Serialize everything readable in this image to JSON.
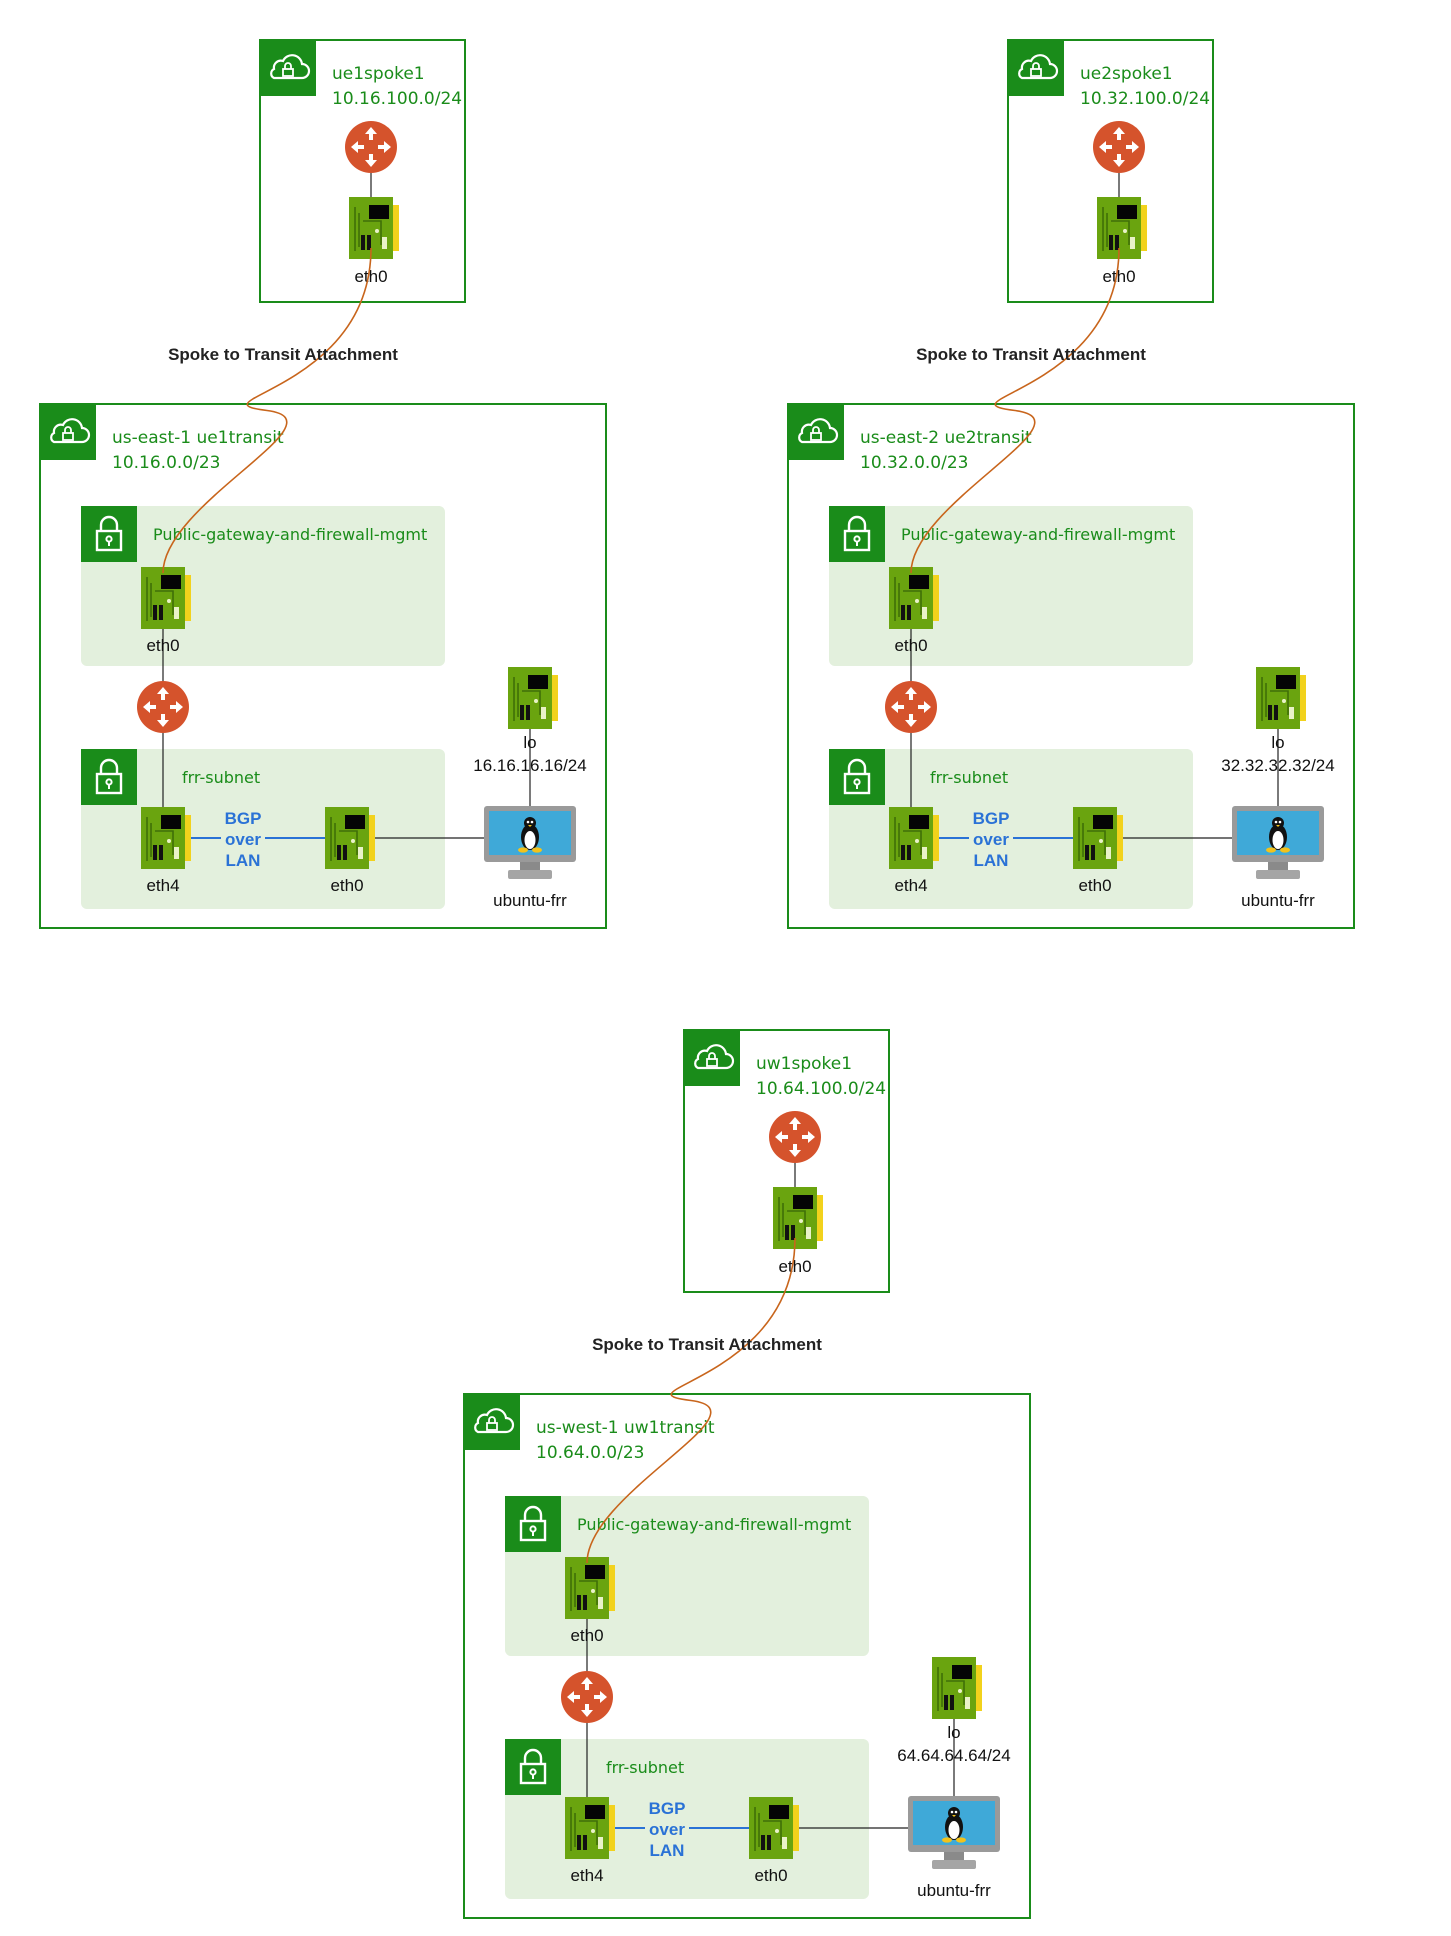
{
  "attachment_label": "Spoke to Transit Attachment",
  "regions": [
    {
      "spoke": {
        "name": "ue1spoke1",
        "cidr": "10.16.100.0/24",
        "nic": "eth0"
      },
      "transit": {
        "title": "us-east-1 ue1transit",
        "cidr": "10.16.0.0/23",
        "public_subnet": "Public-gateway-and-firewall-mgmt",
        "public_nic": "eth0",
        "frr_subnet": "frr-subnet",
        "frr_nic_left": "eth4",
        "frr_nic_right": "eth0",
        "bgp": [
          "BGP",
          "over",
          "LAN"
        ],
        "lo_name": "lo",
        "lo_addr": "16.16.16.16/24",
        "host": "ubuntu-frr"
      }
    },
    {
      "spoke": {
        "name": "ue2spoke1",
        "cidr": "10.32.100.0/24",
        "nic": "eth0"
      },
      "transit": {
        "title": "us-east-2 ue2transit",
        "cidr": "10.32.0.0/23",
        "public_subnet": "Public-gateway-and-firewall-mgmt",
        "public_nic": "eth0",
        "frr_subnet": "frr-subnet",
        "frr_nic_left": "eth4",
        "frr_nic_right": "eth0",
        "bgp": [
          "BGP",
          "over",
          "LAN"
        ],
        "lo_name": "lo",
        "lo_addr": "32.32.32.32/24",
        "host": "ubuntu-frr"
      }
    },
    {
      "spoke": {
        "name": "uw1spoke1",
        "cidr": "10.64.100.0/24",
        "nic": "eth0"
      },
      "transit": {
        "title": "us-west-1 uw1transit",
        "cidr": "10.64.0.0/23",
        "public_subnet": "Public-gateway-and-firewall-mgmt",
        "public_nic": "eth0",
        "frr_subnet": "frr-subnet",
        "frr_nic_left": "eth4",
        "frr_nic_right": "eth0",
        "bgp": [
          "BGP",
          "over",
          "LAN"
        ],
        "lo_name": "lo",
        "lo_addr": "64.64.64.64/24",
        "host": "ubuntu-frr"
      }
    }
  ],
  "colors": {
    "group_border": "#1a8c1a",
    "subnet_fill": "#e3f0dd",
    "router": "#d5532c",
    "attachment_line": "#c8651c",
    "nic_green": "#6aa40f",
    "bgp_line": "#2a72d6"
  },
  "icons": {
    "cloud": "cloud-lock-icon",
    "lock": "padlock-icon",
    "router": "router-icon",
    "nic": "network-interface-icon",
    "host": "linux-monitor-icon"
  }
}
